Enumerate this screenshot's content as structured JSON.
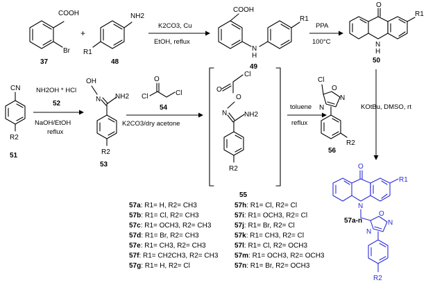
{
  "compounds": {
    "c37": {
      "number": "37",
      "cooh": "COOH",
      "br": "Br"
    },
    "c48": {
      "number": "48",
      "nh2": "NH2",
      "r1": "R1"
    },
    "c49": {
      "number": "49",
      "cooh": "COOH",
      "nh": "N",
      "h": "H",
      "r1": "R1"
    },
    "c50": {
      "number": "50",
      "o": "O",
      "nh": "N",
      "h": "H",
      "r1": "R1"
    },
    "c51": {
      "number": "51",
      "cn": "CN",
      "r2": "R2"
    },
    "c53": {
      "number": "53",
      "oh": "OH",
      "n": "N",
      "nh2": "NH2",
      "r2": "R2"
    },
    "c54": {
      "number": "54",
      "o": "O",
      "cl1": "Cl",
      "cl2": "Cl"
    },
    "c55": {
      "number": "55",
      "cl": "Cl",
      "o1": "O",
      "o2": "O",
      "n": "N",
      "nh2": "NH2",
      "r2": "R2"
    },
    "c56": {
      "number": "56",
      "cl": "Cl",
      "o": "O",
      "n1": "N",
      "n2": "N",
      "r2": "R2"
    },
    "c57": {
      "label": "57a-n",
      "o": "O",
      "n": "N",
      "r1": "R1",
      "ox_o": "O",
      "ox_n1": "N",
      "ox_n2": "N",
      "r2": "R2"
    }
  },
  "plus": "+",
  "conditions": {
    "step1_top": "K2CO3, Cu",
    "step1_bottom": "EtOH, reflux",
    "step2_top": "PPA",
    "step2_bottom": "100°C",
    "step3_top": "NH2OH * HCl",
    "step3_label": "52",
    "step3_bottom1": "NaOH/EtOH",
    "step3_bottom2": "reflux",
    "step4_bottom": "K2CO3/dry acetone",
    "step5_top": "toluene",
    "step5_bottom": "reflux",
    "step6": "KOtBu, DMSO, rt"
  },
  "variants_left": [
    {
      "id": "57a",
      "text": ": R1= H, R2= CH3"
    },
    {
      "id": "57b",
      "text": ": R1= Cl, R2= CH3"
    },
    {
      "id": "57c",
      "text": ": R1= OCH3, R2= CH3"
    },
    {
      "id": "57d",
      "text": ": R1= Br, R2= CH3"
    },
    {
      "id": "57e",
      "text": ": R1= CH3, R2= CH3"
    },
    {
      "id": "57f",
      "text": ": R1= CH2CH3, R2= CH3"
    },
    {
      "id": "57g",
      "text": ": R1= H, R2= Cl"
    }
  ],
  "variants_right": [
    {
      "id": "57h",
      "text": ": R1= Cl, R2= Cl"
    },
    {
      "id": "57i",
      "text": ": R1= OCH3, R2= Cl"
    },
    {
      "id": "57j",
      "text": ": R1= Br, R2= Cl"
    },
    {
      "id": "57k",
      "text": ": R1= CH3, R2= Cl"
    },
    {
      "id": "57l",
      "text": ": R1= Cl, R2= OCH3"
    },
    {
      "id": "57m",
      "text": ": R1= OCH3, R2= OCH3"
    },
    {
      "id": "57n",
      "text": ": R1= Br, R2= OCH3"
    }
  ],
  "colors": {
    "product": "#2a2ad9",
    "ink": "#000000",
    "background": "#ffffff"
  }
}
